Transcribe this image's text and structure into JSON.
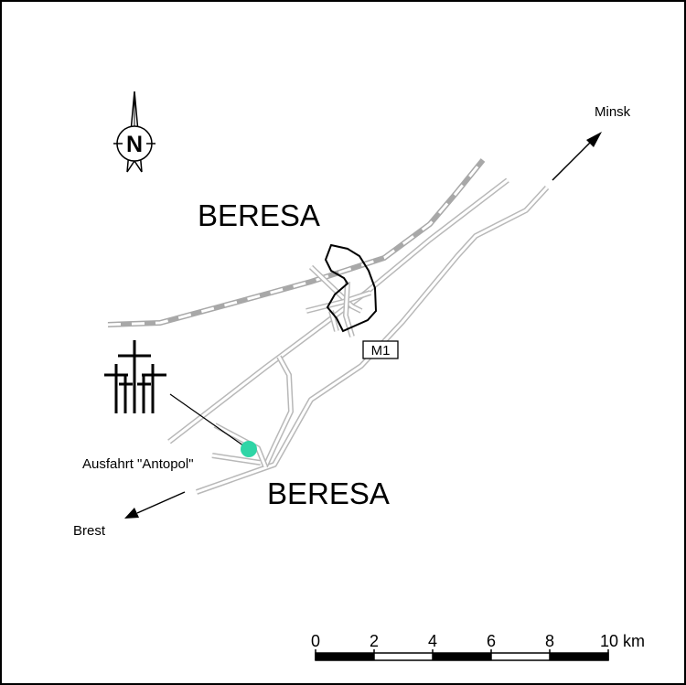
{
  "map": {
    "town_labels": [
      "BERESA",
      "BERESA"
    ],
    "destinations": {
      "northeast": "Minsk",
      "southwest": "Brest"
    },
    "exit_label": "Ausfahrt \"Antopol\"",
    "road_shield": "M1",
    "north_letter": "N",
    "icons": [
      "north-arrow-icon",
      "memorial-crosses-icon",
      "memorial-site-marker"
    ],
    "scale_bar": {
      "ticks": [
        "0",
        "2",
        "4",
        "6",
        "8",
        "10 km"
      ],
      "max_km": 10
    },
    "colors": {
      "road_outline": "#b8b8b8",
      "railway": "#a0a0a0",
      "site_marker": "#2fd5a6",
      "ink": "#000000"
    }
  }
}
